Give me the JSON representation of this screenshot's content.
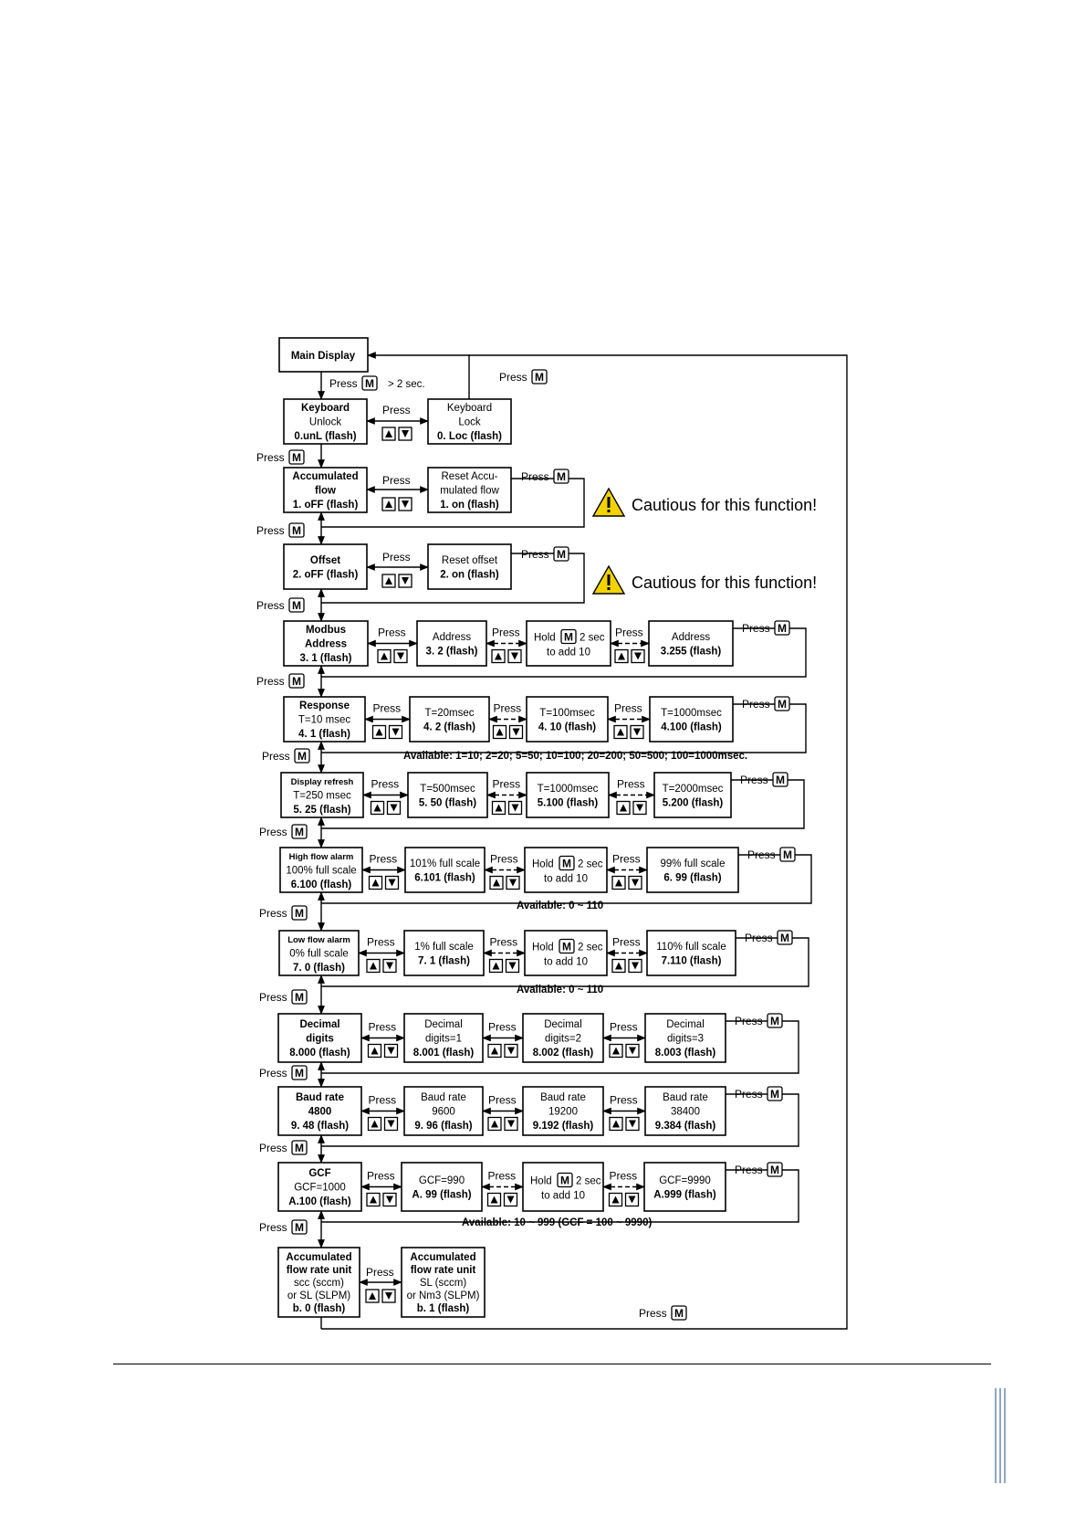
{
  "press": "Press",
  "key_mode": "M",
  "hold": "Hold",
  "two_sec": "2 sec",
  "to_add_10": "to add 10",
  "main": {
    "label": "Main Display",
    "press_note": "> 2 sec."
  },
  "caution": {
    "text": "Cautious for this function!"
  },
  "rows": {
    "kb": {
      "b0": [
        "Keyboard",
        "Unlock",
        "0.unL (flash)"
      ],
      "b1": [
        "Keyboard",
        "Lock",
        "0. Loc (flash)"
      ]
    },
    "acc": {
      "b0": [
        "Accumulated",
        "flow",
        "1. oFF (flash)"
      ],
      "b1": [
        "Reset Accu-",
        "mulated flow",
        "1. on (flash)"
      ]
    },
    "off": {
      "b0": [
        "Offset",
        "2. oFF (flash)"
      ],
      "b1": [
        "Reset offset",
        "2. on (flash)"
      ]
    },
    "mod": {
      "b0": [
        "Modbus",
        "Address",
        "3.    1 (flash)"
      ],
      "b1": [
        "Address",
        "3.    2 (flash)"
      ],
      "b3": [
        "Address",
        "3.255 (flash)"
      ]
    },
    "resp": {
      "b0": [
        "Response",
        "T=10 msec",
        "4.    1 (flash)"
      ],
      "b1": [
        "T=20msec",
        "4.    2 (flash)"
      ],
      "b2": [
        "T=100msec",
        "4.  10 (flash)"
      ],
      "b3": [
        "T=1000msec",
        "4.100 (flash)"
      ],
      "avail": "Available: 1=10; 2=20; 5=50; 10=100; 20=200; 50=500; 100=1000msec."
    },
    "disp": {
      "b0": [
        "Display refresh",
        "T=250 msec",
        "5.  25 (flash)"
      ],
      "b1": [
        "T=500msec",
        "5.  50 (flash)"
      ],
      "b2": [
        "T=1000msec",
        "5.100 (flash)"
      ],
      "b3": [
        "T=2000msec",
        "5.200 (flash)"
      ]
    },
    "high": {
      "b0": [
        "High flow alarm",
        "100% full scale",
        "6.100 (flash)"
      ],
      "b1": [
        "101% full scale",
        "6.101 (flash)"
      ],
      "b3": [
        "99% full scale",
        "6.   99 (flash)"
      ],
      "avail": "Available: 0 ~ 110"
    },
    "low": {
      "b0": [
        "Low flow alarm",
        "0% full scale",
        "7.     0 (flash)"
      ],
      "b1": [
        "1% full scale",
        "7.     1 (flash)"
      ],
      "b3": [
        "110% full scale",
        "7.110 (flash)"
      ],
      "avail": "Available: 0 ~ 110"
    },
    "dec": {
      "b0": [
        "Decimal",
        "digits",
        "8.000 (flash)"
      ],
      "b1": [
        "Decimal",
        "digits=1",
        "8.001 (flash)"
      ],
      "b2": [
        "Decimal",
        "digits=2",
        "8.002 (flash)"
      ],
      "b3": [
        "Decimal",
        "digits=3",
        "8.003 (flash)"
      ]
    },
    "baud": {
      "b0": [
        "Baud rate",
        "4800",
        "9.  48 (flash)"
      ],
      "b1": [
        "Baud rate",
        "9600",
        "9.  96 (flash)"
      ],
      "b2": [
        "Baud rate",
        "19200",
        "9.192 (flash)"
      ],
      "b3": [
        "Baud rate",
        "38400",
        "9.384 (flash)"
      ]
    },
    "gcf": {
      "b0": [
        "GCF",
        "GCF=1000",
        "A.100 (flash)"
      ],
      "b1": [
        "GCF=990",
        "A.   99 (flash)"
      ],
      "b3": [
        "GCF=9990",
        "A.999 (flash)"
      ],
      "avail": "Available: 10 ~ 999 (GCF = 100 ~ 9990)"
    },
    "unit": {
      "b0": [
        "Accumulated",
        "flow rate unit",
        "scc (sccm)",
        "or SL (SLPM)",
        "b.     0 (flash)"
      ],
      "b1": [
        "Accumulated",
        "flow rate unit",
        "SL (sccm)",
        "or Nm3 (SLPM)",
        "b.     1 (flash)"
      ]
    }
  }
}
